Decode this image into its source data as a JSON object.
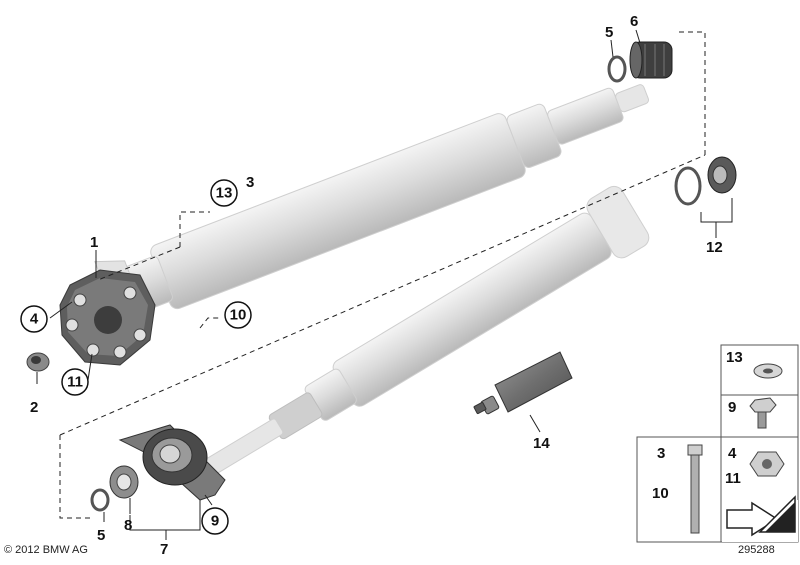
{
  "diagram": {
    "callouts": {
      "c1": "1",
      "c2": "2",
      "c3a": "3",
      "c4a": "4",
      "c5a": "5",
      "c5b": "5",
      "c6": "6",
      "c7": "7",
      "c8": "8",
      "c9a": "9",
      "c10a": "10",
      "c11a": "11",
      "c12": "12",
      "c13a": "13",
      "c14": "14"
    },
    "legend": {
      "r13": "13",
      "r9": "9",
      "r3": "3",
      "r10": "10",
      "r4": "4",
      "r11": "11"
    },
    "copyright": "© 2012 BMW AG",
    "diagram_id": "295288"
  }
}
